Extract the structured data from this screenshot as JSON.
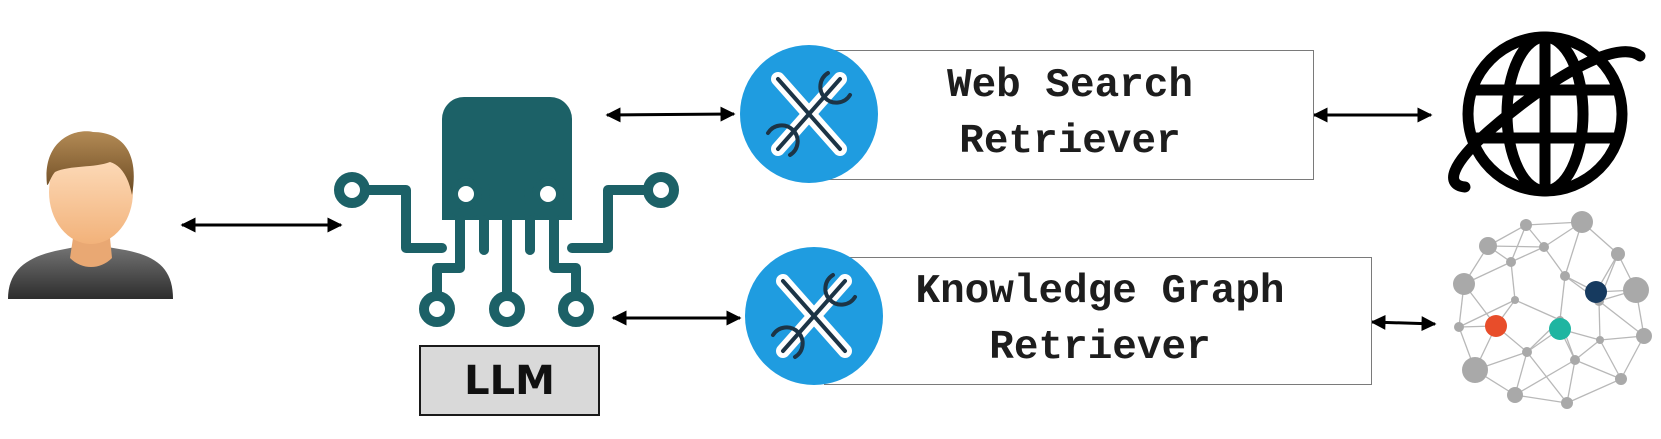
{
  "nodes": {
    "user": {
      "icon": "user-avatar-icon"
    },
    "llm": {
      "icon": "octopus-circuit-icon",
      "label": "LLM",
      "color": "#1c6167"
    },
    "web_search_retriever": {
      "icon": "tools-icon",
      "line1": "Web Search",
      "line2": "Retriever",
      "accent": "#1f9ce0"
    },
    "knowledge_graph_retriever": {
      "icon": "tools-icon",
      "line1": "Knowledge Graph",
      "line2": "Retriever",
      "accent": "#1f9ce0"
    },
    "web": {
      "icon": "globe-icon"
    },
    "knowledge_graph": {
      "icon": "network-graph-icon",
      "highlight_colors": [
        "#e84d2a",
        "#1fb5a1",
        "#163a5f"
      ]
    }
  },
  "edges": [
    {
      "from": "user",
      "to": "llm",
      "direction": "bidirectional"
    },
    {
      "from": "llm",
      "to": "web_search_retriever",
      "direction": "bidirectional"
    },
    {
      "from": "llm",
      "to": "knowledge_graph_retriever",
      "direction": "bidirectional"
    },
    {
      "from": "web_search_retriever",
      "to": "web",
      "direction": "bidirectional"
    },
    {
      "from": "knowledge_graph_retriever",
      "to": "knowledge_graph",
      "direction": "bidirectional"
    }
  ]
}
